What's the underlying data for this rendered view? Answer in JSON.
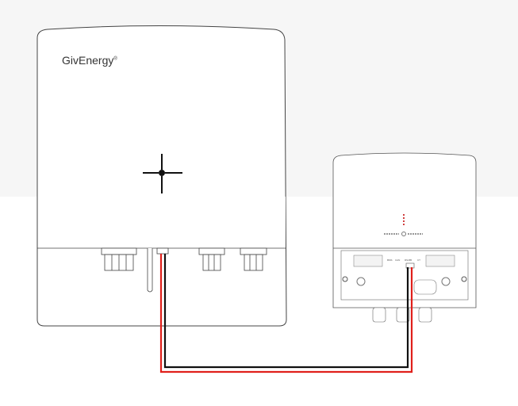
{
  "inverter": {
    "brand": "GivEnergy",
    "registered_mark": "®"
  },
  "battery_unit": {
    "port_labels": [
      "BMS",
      "CAN",
      "RS485",
      "CT"
    ]
  },
  "cables": {
    "positive_color": "#e0201b",
    "negative_color": "#111111"
  }
}
